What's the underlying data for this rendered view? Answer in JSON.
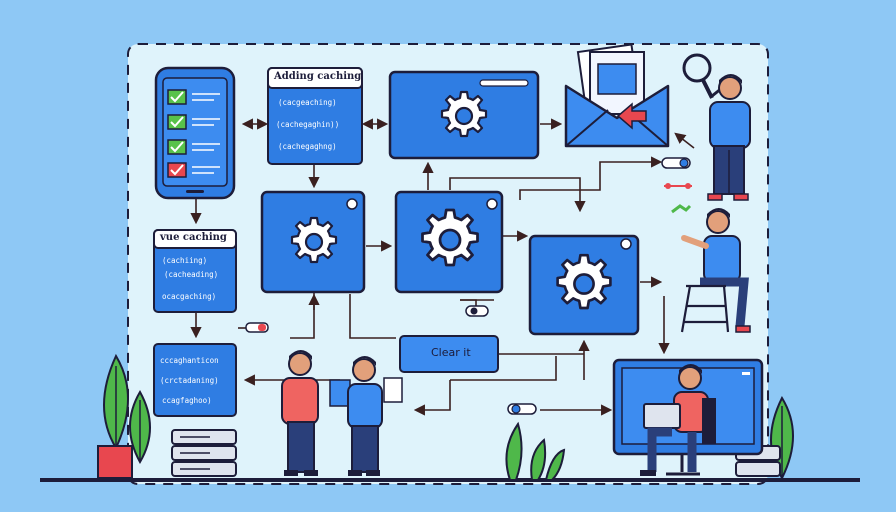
{
  "panels": {
    "adding_caching": {
      "title": "Adding caching",
      "lines": [
        "(cacgeaching)",
        "(cachegaghin))",
        "(cachegaghng)"
      ]
    },
    "vue_caching": {
      "title": "vue caching",
      "lines": [
        "(cachiing)",
        "(cacheading)",
        "ocacgaching)"
      ]
    },
    "bottom_left": {
      "lines": [
        "cccaghanticon",
        "(crctadaning)",
        "ccagfaghoo)"
      ]
    }
  },
  "clear_button": {
    "label": "Clear it"
  },
  "colors": {
    "background": "#8ec8f5",
    "canvas": "#dff3fb",
    "accent_blue": "#2f7de3",
    "outline": "#1d1d3a",
    "check_green": "#58c24a",
    "alert_red": "#e8474f",
    "plant_green": "#4fb84a"
  },
  "icons": [
    "gear-icon",
    "magnifier-icon",
    "envelope-icon",
    "smartphone-icon",
    "server-icon",
    "laptop-icon",
    "toggle-icon",
    "plant-icon"
  ]
}
